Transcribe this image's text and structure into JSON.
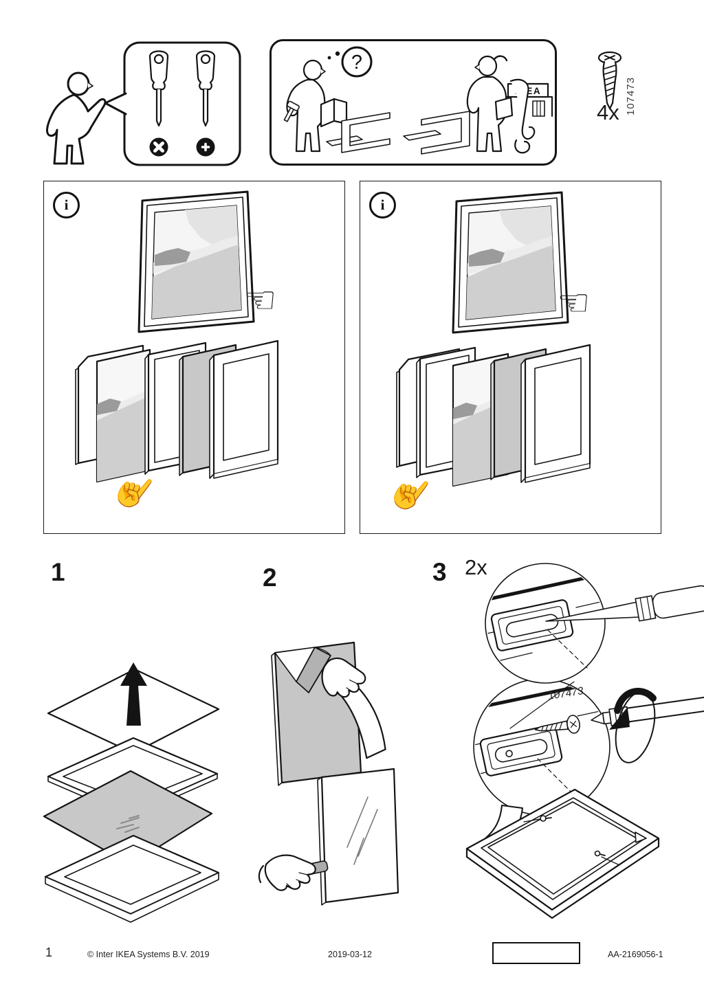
{
  "header": {
    "tools_bubble": {
      "screwdrivers": [
        "flathead-screwdriver",
        "phillips-screwdriver"
      ],
      "symbols": [
        "cross-x",
        "phillips-plus"
      ]
    },
    "help_box": {
      "question_mark": "?",
      "ikea_sign": "IKEA"
    },
    "hardware": {
      "part_number": "107473",
      "quantity": "4x"
    }
  },
  "panels": {
    "info_symbol": "i"
  },
  "steps": {
    "one": {
      "number": "1"
    },
    "two": {
      "number": "2"
    },
    "three": {
      "number": "3",
      "repeat": "2x",
      "part_number": "107473"
    }
  },
  "icons": {
    "hand_point_left": "☜",
    "hand_point_up": "☝"
  },
  "colors": {
    "ink": "#141414",
    "paper": "#ffffff",
    "mat_gray": "#c8c8c8",
    "film_gray": "#c6c6c6",
    "art_light": "#cfcfcf",
    "art_dark": "#9b9b9b"
  },
  "footer": {
    "page_number": "1",
    "copyright": "© Inter IKEA Systems B.V. 2019",
    "date": "2019-03-12",
    "doc_code": "AA-2169056-1"
  }
}
